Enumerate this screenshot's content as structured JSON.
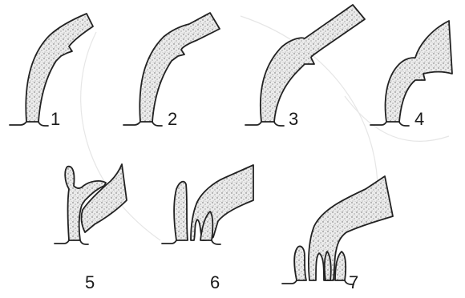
{
  "panels": [
    {
      "label": "1"
    },
    {
      "label": "2"
    },
    {
      "label": "3"
    },
    {
      "label": "4"
    },
    {
      "label": "5"
    },
    {
      "label": "6"
    },
    {
      "label": "7"
    }
  ],
  "colors": {
    "ink": "#222222",
    "stipple_bg": "#e9e9e9",
    "stipple_dots": "#6f6f6f",
    "background": "#ffffff"
  }
}
